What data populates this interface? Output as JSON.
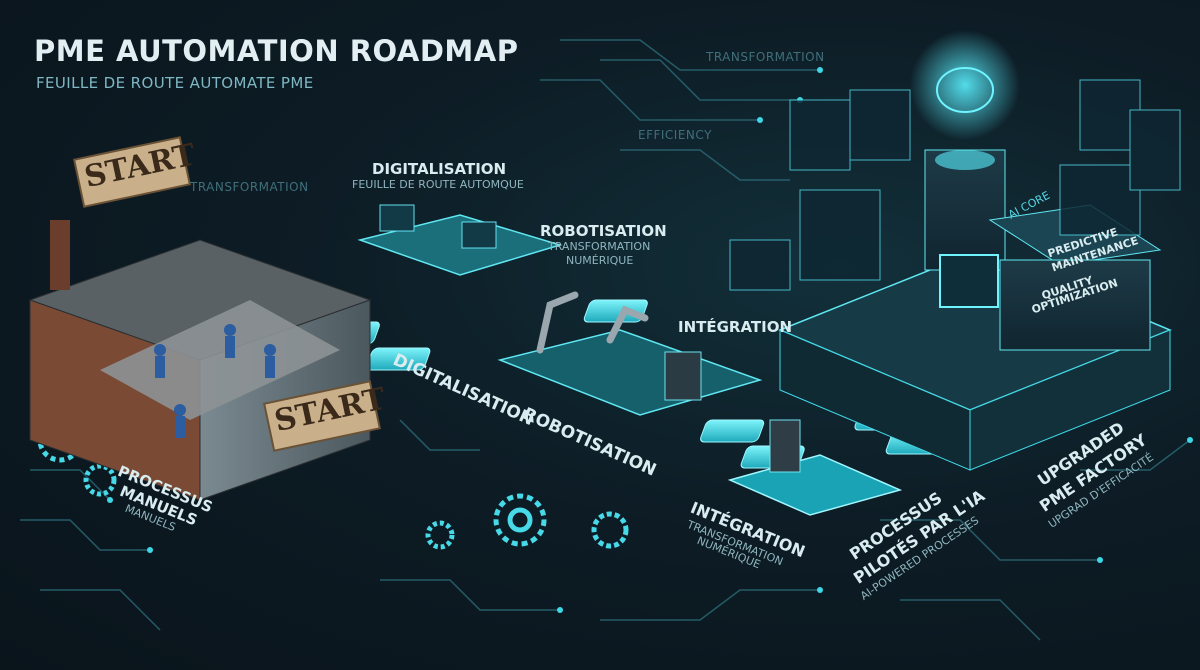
{
  "title": "PME AUTOMATION ROADMAP",
  "subtitle": "FEUILLE DE ROUTE AUTOMATE PME",
  "faint_labels": [
    "TRANSFORMATION",
    "EFFICIENCY",
    "TRANSFORMATION"
  ],
  "start_signs": [
    "START",
    "START"
  ],
  "stages": {
    "digitalisation": {
      "heading": "DIGITALISATION",
      "sub": "FEUILLE DE ROUTE AUTOMQUE",
      "path_label": "DIGITALISATION"
    },
    "robotisation": {
      "heading": "ROBOTISATION",
      "sub1": "TRANSFORMATION",
      "sub2": "NUMÉRIQUE",
      "path_label": "ROBOTISATION"
    },
    "integration": {
      "heading": "INTÉGRATION",
      "path_label": "INTÉGRATION",
      "path_sub1": "TRANSFORMATION",
      "path_sub2": "NUMÉRIQUE"
    },
    "manual": {
      "line1": "PROCESSUS",
      "line2": "MANUELS",
      "line3": "MANUELS"
    },
    "ai": {
      "line1": "PROCESSUS",
      "line2": "PILOTÉS PAR L'IA",
      "line3": "AI-POWERED PROCESSES"
    },
    "factory": {
      "line1": "UPGRADED",
      "line2": "PME FACTORY",
      "line3": "UPGRAD D'EFFICACITÉ"
    }
  },
  "factory_labels": {
    "core": "AI CORE",
    "predictive1": "PREDICTIVE",
    "predictive2": "MAINTENANCE",
    "quality1": "QUALITY",
    "quality2": "OPTIMIZATION"
  },
  "colors": {
    "accent": "#3fe0ee",
    "glow": "#1fb8c9",
    "background": "#0d1c25",
    "sign": "#c9b08a"
  }
}
